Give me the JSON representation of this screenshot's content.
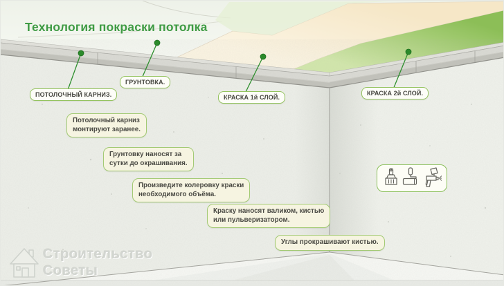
{
  "title": {
    "text": "Технология покраски потолка"
  },
  "scene": {
    "labels": [
      {
        "id": "ceiling-cornice",
        "text": "ПОТОЛОЧНЫЙ КАРНИЗ."
      },
      {
        "id": "primer",
        "text": "ГРУНТОВКА."
      },
      {
        "id": "paint-layer-1",
        "text": "КРАСКА 1й СЛОЙ."
      },
      {
        "id": "paint-layer-2",
        "text": "КРАСКА 2й СЛОЙ."
      }
    ],
    "callouts": [
      {
        "text": "Потолочный карниз\nмонтируют заранее."
      },
      {
        "text": "Грунтовку наносят за\nсутки до окрашивания."
      },
      {
        "text": "Произведите колеровку краски\nнеобходимого объёма."
      },
      {
        "text": "Краску наносят валиком, кистью\nили пульверизатором."
      },
      {
        "text": "Углы прокрашивают кистью."
      }
    ],
    "tools": {
      "items": [
        {
          "name": "paint-brush-icon"
        },
        {
          "name": "paint-roller-icon"
        },
        {
          "name": "spray-gun-icon"
        }
      ]
    }
  },
  "watermark": {
    "icon": "house-icon",
    "line1": "Строительство",
    "line2": "Советы"
  },
  "colors": {
    "accent_green": "#3f9b44",
    "dot_green": "#2b8a2b",
    "label_border": "#94c35e",
    "callout_bg": "#f6f4e1",
    "paint_green": "#a5cd72",
    "primer_cream": "#f7e9cd",
    "cornice_gray": "#c6c6bf",
    "wall_gray": "#edefe9"
  }
}
